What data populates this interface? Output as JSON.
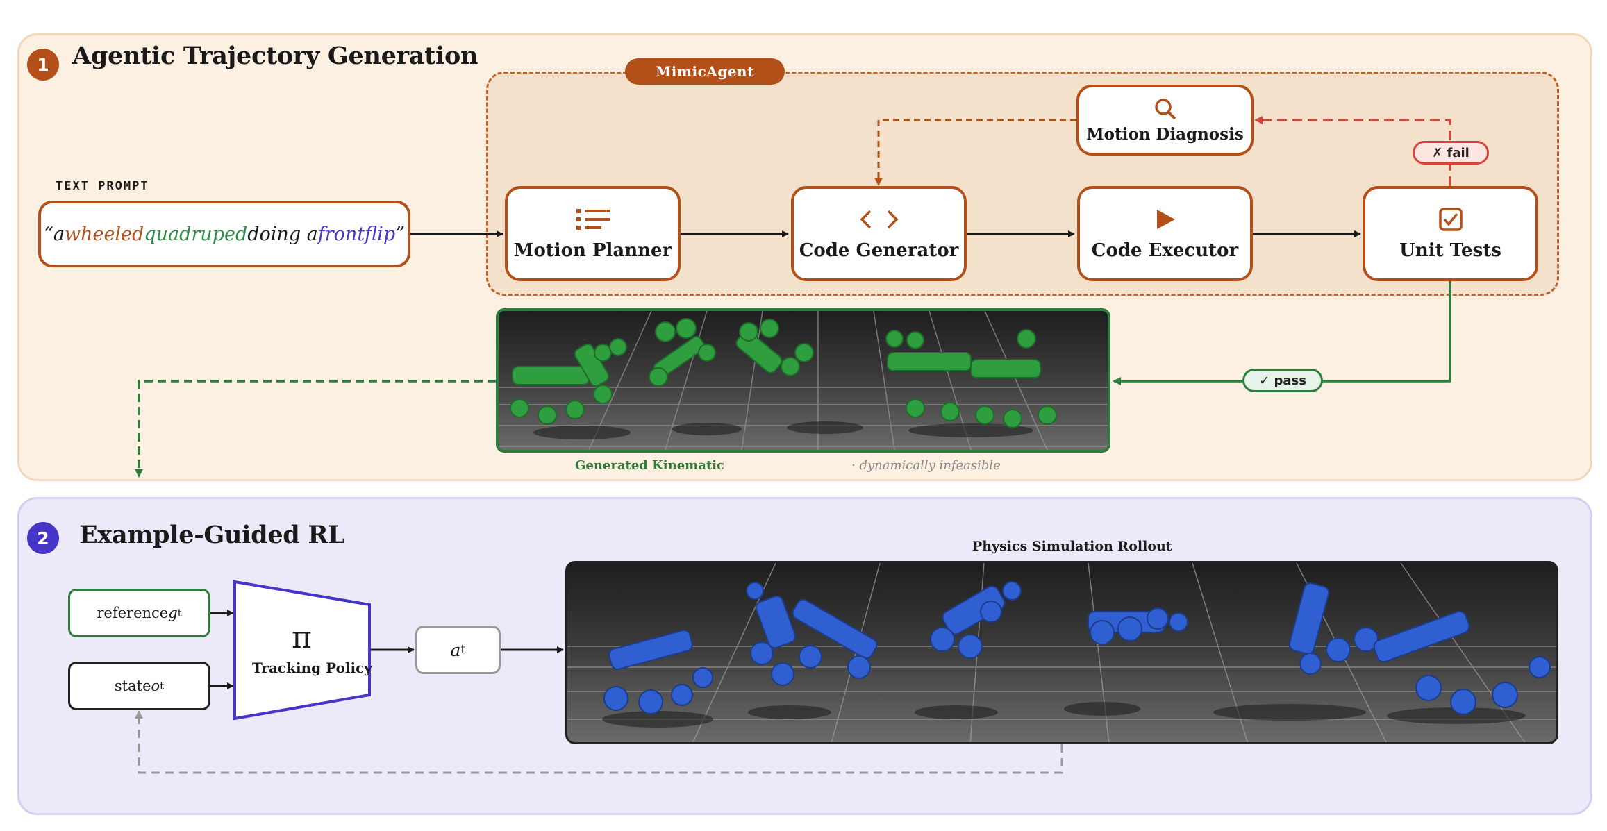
{
  "stage1": {
    "number": "1",
    "title": "Agentic Trajectory Generation",
    "agent_label": "MimicAgent",
    "prompt_label": "TEXT PROMPT",
    "prompt": {
      "open": "“a ",
      "w1": "wheeled",
      "sp1": " ",
      "w2": "quadruped",
      "mid": " doing a ",
      "w3": "frontflip",
      "close": "”"
    },
    "nodes": {
      "planner": {
        "label": "Motion Planner",
        "icon": "list-icon"
      },
      "generator": {
        "label": "Code Generator",
        "icon": "code-icon"
      },
      "executor": {
        "label": "Code Executor",
        "icon": "play-icon"
      },
      "tests": {
        "label": "Unit Tests",
        "icon": "checkbox-icon"
      },
      "diagnosis": {
        "label": "Motion Diagnosis",
        "icon": "search-icon"
      }
    },
    "fail_label": "✗ fail",
    "pass_label": "✓ pass",
    "kinematic_caption": "Generated Kinematic",
    "infeasible_caption": "· dynamically infeasible"
  },
  "stage2": {
    "number": "2",
    "title": "Example-Guided RL",
    "ref_text": "reference ",
    "ref_var": "g",
    "ref_sub": "t",
    "state_text": "state ",
    "state_var": "o",
    "state_sub": "t",
    "policy_symbol": "π",
    "policy_label": "Tracking Policy",
    "action_var": "a",
    "action_sub": "t",
    "rollout_caption": "Physics Simulation Rollout"
  },
  "colors": {
    "orange": "#b3501a",
    "green": "#2e7d3a",
    "blue_robot": "#2f5fd0",
    "green_robot": "#2f9e3f",
    "purple": "#4636c8",
    "fail_red": "#d9433a"
  }
}
